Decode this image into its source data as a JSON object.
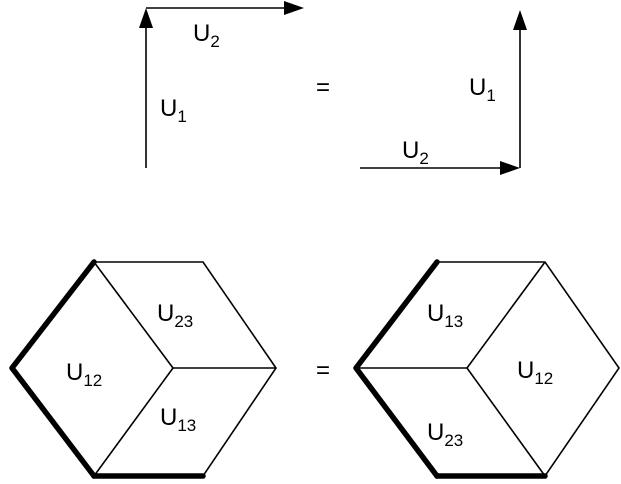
{
  "top_equation": {
    "left": {
      "u1": {
        "base": "U",
        "sub": "1"
      },
      "u2": {
        "base": "U",
        "sub": "2"
      }
    },
    "equals": "=",
    "right": {
      "u1": {
        "base": "U",
        "sub": "1"
      },
      "u2": {
        "base": "U",
        "sub": "2"
      }
    }
  },
  "bottom_equation": {
    "left_hexagon": {
      "u12": {
        "base": "U",
        "sub": "12"
      },
      "u23": {
        "base": "U",
        "sub": "23"
      },
      "u13": {
        "base": "U",
        "sub": "13"
      }
    },
    "equals": "=",
    "right_hexagon": {
      "u13": {
        "base": "U",
        "sub": "13"
      },
      "u12": {
        "base": "U",
        "sub": "12"
      },
      "u23": {
        "base": "U",
        "sub": "23"
      }
    }
  }
}
